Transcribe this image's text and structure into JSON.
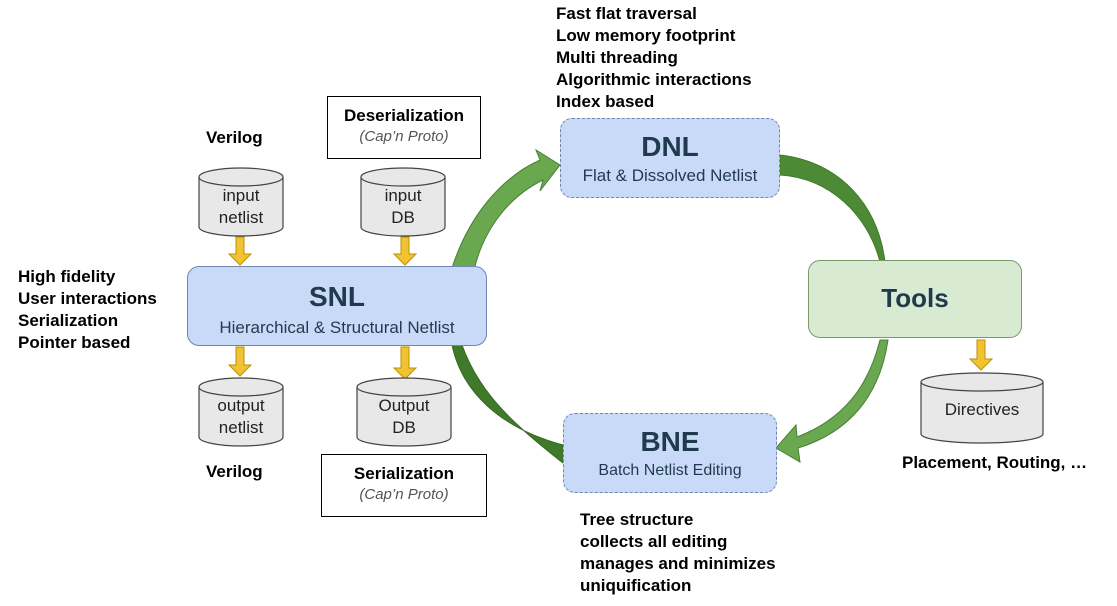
{
  "snl": {
    "title": "SNL",
    "subtitle": "Hierarchical & Structural Netlist"
  },
  "dnl": {
    "title": "DNL",
    "subtitle": "Flat & Dissolved Netlist"
  },
  "bne": {
    "title": "BNE",
    "subtitle": "Batch Netlist Editing"
  },
  "tools": {
    "title": "Tools"
  },
  "dnl_features": [
    "Fast flat traversal",
    "Low memory footprint",
    "Multi threading",
    "Algorithmic interactions",
    "Index based"
  ],
  "snl_features": [
    "High fidelity",
    "User interactions",
    "Serialization",
    "Pointer based"
  ],
  "bne_features": [
    "Tree structure",
    "collects all editing",
    "manages and minimizes",
    "uniquification"
  ],
  "deserialization": {
    "title": "Deserialization",
    "subtitle": "(Cap’n Proto)"
  },
  "serialization": {
    "title": "Serialization",
    "subtitle": "(Cap’n Proto)"
  },
  "verilog_top": "Verilog",
  "verilog_bottom": "Verilog",
  "cylinders": {
    "input_netlist": [
      "input",
      "netlist"
    ],
    "input_db": [
      "input",
      "DB"
    ],
    "output_netlist": [
      "output",
      "netlist"
    ],
    "output_db": [
      "Output",
      "DB"
    ],
    "directives": [
      "Directives"
    ]
  },
  "directives_caption": "Placement, Routing, …",
  "colors": {
    "netlist_block_fill": "#c9daf8",
    "tools_fill": "#d9ead3",
    "cycle_arrow": "#5a9a3e",
    "io_arrow": "#f1c232",
    "cylinder_fill": "#e8e8e8"
  }
}
